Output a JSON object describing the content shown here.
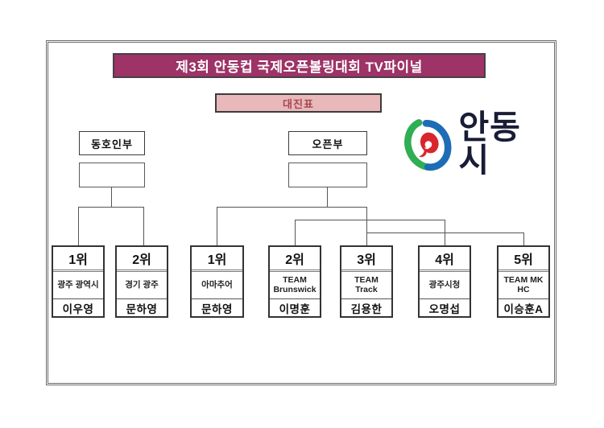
{
  "title": "제3회 안동컵 국제오픈볼링대회 TV파이널",
  "subtitle": "대진표",
  "logo": {
    "city_name": "안동시"
  },
  "colors": {
    "title_bg": "#9d3366",
    "title_text": "#ffffff",
    "subtitle_bg": "#e9b8bb",
    "subtitle_text": "#a3484f",
    "logo_green": "#2fae53",
    "logo_blue": "#1e6cb5",
    "logo_red": "#d8262c",
    "logo_text_color": "#181c35"
  },
  "divisions": [
    {
      "label": "동호인부",
      "entries": [
        {
          "rank": "1위",
          "team": "광주 광역시",
          "name": "이우영"
        },
        {
          "rank": "2위",
          "team": "경기 광주",
          "name": "문하영"
        }
      ]
    },
    {
      "label": "오픈부",
      "entries": [
        {
          "rank": "1위",
          "team": "아마추어",
          "name": "문하영"
        },
        {
          "rank": "2위",
          "team": "TEAM Brunswick",
          "name": "이명훈"
        },
        {
          "rank": "3위",
          "team": "TEAM Track",
          "name": "김용한"
        },
        {
          "rank": "4위",
          "team": "광주시청",
          "name": "오명섭"
        },
        {
          "rank": "5위",
          "team": "TEAM MK HC",
          "name": "이승훈A"
        }
      ]
    }
  ]
}
